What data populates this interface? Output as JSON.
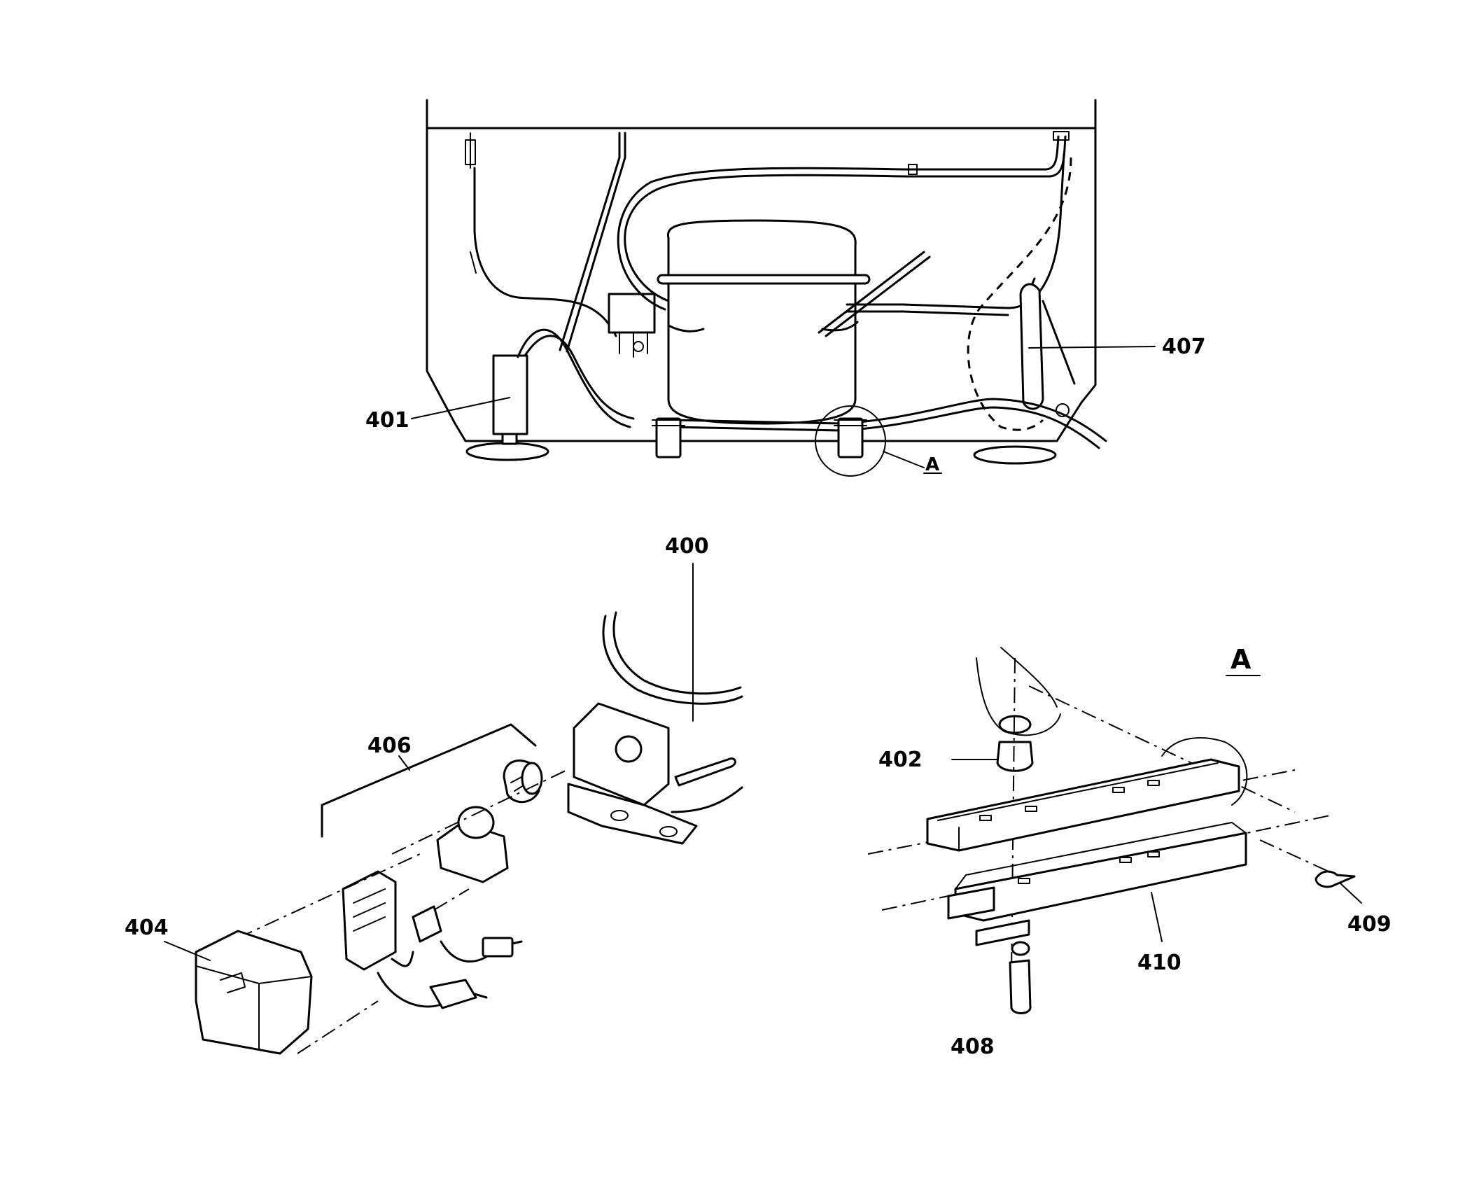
{
  "diagram": {
    "labels": {
      "p400": "400",
      "p401": "401",
      "p402": "402",
      "p404": "404",
      "p406": "406",
      "p407": "407",
      "p408": "408",
      "p409": "409",
      "p410": "410",
      "detail_callout": "A",
      "detail_title": "A"
    }
  }
}
